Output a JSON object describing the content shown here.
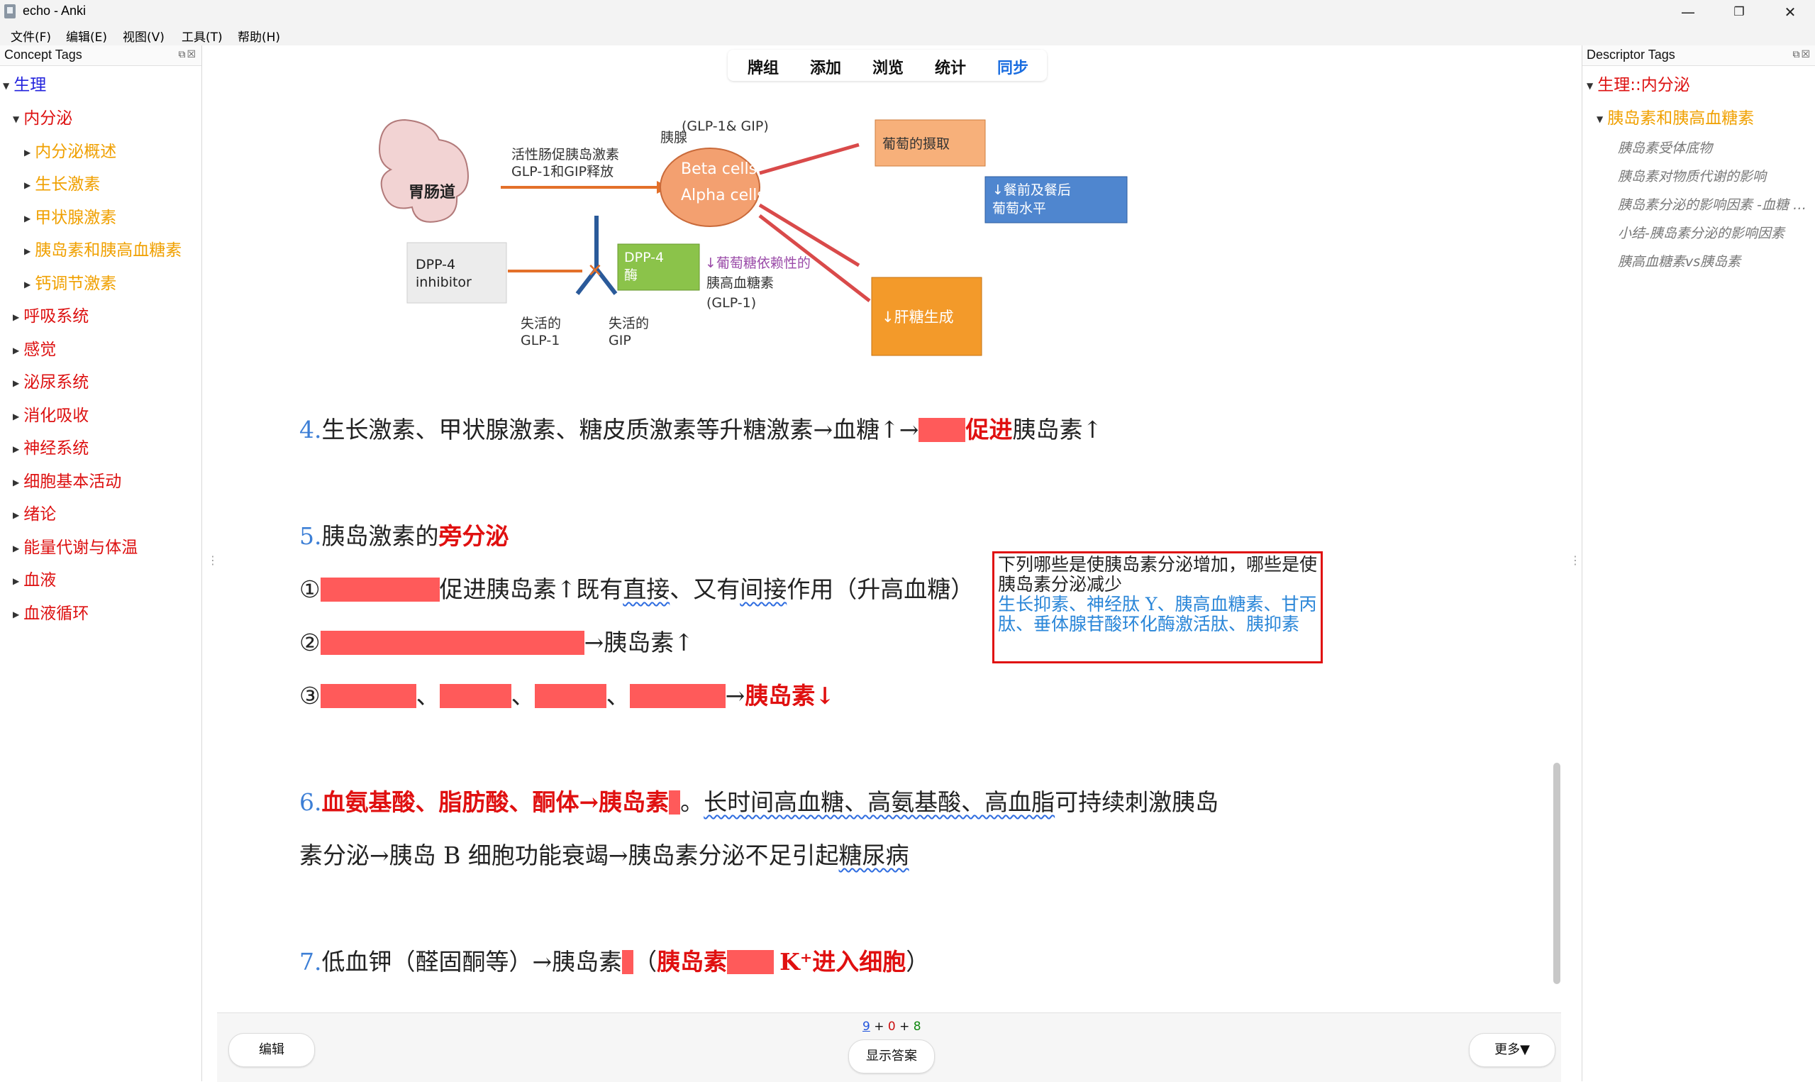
{
  "window": {
    "title": "echo - Anki",
    "controls": {
      "minimize": "—",
      "maximize": "❐",
      "close": "✕"
    }
  },
  "menu": [
    "文件(F)",
    "编辑(E)",
    "视图(V)",
    "工具(T)",
    "帮助(H)"
  ],
  "left_panel": {
    "title": "Concept Tags",
    "items": [
      {
        "label": "生理",
        "level": 0,
        "expanded": true
      },
      {
        "label": "内分泌",
        "level": 1,
        "expanded": true
      },
      {
        "label": "内分泌概述",
        "level": 2
      },
      {
        "label": "生长激素",
        "level": 2
      },
      {
        "label": "甲状腺激素",
        "level": 2
      },
      {
        "label": "胰岛素和胰高血糖素",
        "level": 2
      },
      {
        "label": "钙调节激素",
        "level": 2
      },
      {
        "label": "呼吸系统",
        "level": 1
      },
      {
        "label": "感觉",
        "level": 1
      },
      {
        "label": "泌尿系统",
        "level": 1
      },
      {
        "label": "消化吸收",
        "level": 1
      },
      {
        "label": "神经系统",
        "level": 1
      },
      {
        "label": "细胞基本活动",
        "level": 1
      },
      {
        "label": "绪论",
        "level": 1
      },
      {
        "label": "能量代谢与体温",
        "level": 1
      },
      {
        "label": "血液",
        "level": 1
      },
      {
        "label": "血液循环",
        "level": 1
      }
    ]
  },
  "right_panel": {
    "title": "Descriptor Tags",
    "root": "生理::内分泌",
    "child": "胰岛素和胰高血糖素",
    "leaves": [
      "胰岛素受体底物",
      "胰岛素对物质代谢的影响",
      "胰岛素分泌的影响因素 -血糖 -...",
      "小结-胰岛素分泌的影响因素",
      "胰高血糖素vs胰岛素"
    ]
  },
  "toolbar": {
    "links": [
      {
        "label": "牌组",
        "active": false
      },
      {
        "label": "添加",
        "active": false
      },
      {
        "label": "浏览",
        "active": false
      },
      {
        "label": "统计",
        "active": false
      },
      {
        "label": "同步",
        "active": true
      }
    ]
  },
  "figure": {
    "labels": {
      "glp_gip_top": "(GLP-1& GIP)",
      "pancreas": "胰腺",
      "intestine": "胃肠道",
      "incretin": "活性肠促胰岛激素",
      "incretin2": "GLP-1和GIP释放",
      "beta": "Beta cells",
      "alpha": "Alpha cells",
      "glucose_uptake": "葡萄的摄取",
      "blood_glucose_1": "↓餐前及餐后",
      "blood_glucose_2": "葡萄水平",
      "dpp4_inhibitor_1": "DPP-4",
      "dpp4_inhibitor_2": "inhibitor",
      "dpp4_enzyme_1": "DPP-4",
      "dpp4_enzyme_2": "酶",
      "glucose_dep_1": "↓葡萄糖依赖性的",
      "glucose_dep_2": "胰高血糖素",
      "glucose_dep_3": "(GLP-1)",
      "hepatic": "↓肝糖生成",
      "inactive_glp_1": "失活的",
      "inactive_glp_2": "GLP-1",
      "inactive_gip_1": "失活的",
      "inactive_gip_2": "GIP"
    }
  },
  "card": {
    "line4": {
      "num": "4.",
      "text": "生长激素、甲状腺激素、糖皮质激素等升糖激素→血糖↑→",
      "red": "促进",
      "tail": "胰岛素↑"
    },
    "line5": {
      "num": "5.",
      "text": "胰岛激素的",
      "red": "旁分泌"
    },
    "item1": {
      "mark": "①",
      "a": "促进胰岛素↑既有",
      "b": "直接",
      "c": "、又有",
      "d": "间接",
      "e": "作用（升高血糖）"
    },
    "item2": {
      "mark": "②",
      "tail": "→胰岛素↑"
    },
    "item3": {
      "mark": "③",
      "sep": "、",
      "arrow": "→",
      "red": "胰岛素↓"
    },
    "line6": {
      "num": "6.",
      "red": "血氨基酸、脂肪酸、酮体→胰岛素",
      "punct": "。",
      "wavy": "长时间高血糖、高氨基酸、高血脂",
      "tail": "可持续刺激胰岛"
    },
    "line6b": {
      "text": "素分泌→胰岛 B 细胞功能衰竭→胰岛素分泌不足引起",
      "wavy": "糖尿病"
    },
    "line7": {
      "num": "7.",
      "text": "低血钾（醛固酮等）→胰岛素",
      "open": "（",
      "red1": "胰岛素",
      "red2": "K⁺进入细胞",
      "close": "）"
    },
    "note": {
      "question": "下列哪些是使胰岛素分泌增加，哪些是使胰岛素分泌减少",
      "answer": "生长抑素、神经肽 Y、胰高血糖素、甘丙肽、垂体腺苷酸环化酶激活肽、胰抑素"
    }
  },
  "bottom": {
    "edit": "编辑",
    "show_answer": "显示答案",
    "more": "更多▼",
    "counts": {
      "new": "9",
      "learn": "0",
      "review": "8",
      "plus": "+"
    }
  },
  "colors": {
    "accent_blue": "#1a6de0",
    "cloze_red": "#ff5a5a",
    "tag_red": "#dd1111",
    "tag_orange": "#f0a000"
  }
}
